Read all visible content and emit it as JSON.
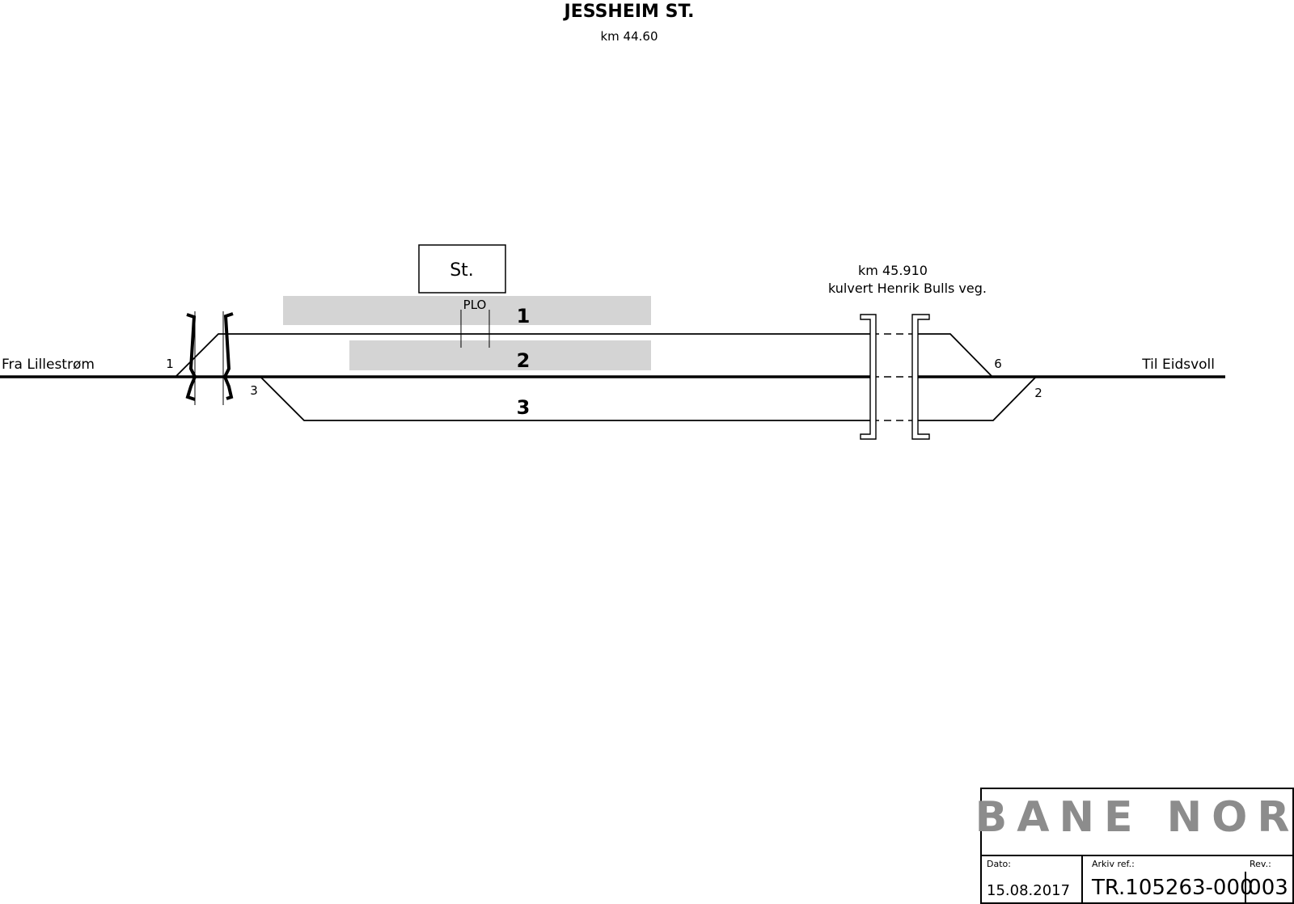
{
  "station": {
    "title": "JESSHEIM ST.",
    "km": "km 44.60"
  },
  "building": {
    "label": "St."
  },
  "platforms": [
    {
      "label": "1"
    },
    {
      "label": "2"
    }
  ],
  "plo_label": "PLO",
  "tracks": [
    {
      "label": "1"
    },
    {
      "label": "2"
    },
    {
      "label": "3"
    }
  ],
  "directions": {
    "left": "Fra Lillestrøm",
    "right": "Til Eidsvoll"
  },
  "switches": {
    "left_main": "1",
    "left_lower": "3",
    "right_upper": "6",
    "right_lower": "2"
  },
  "culvert": {
    "km": "km 45.910",
    "name": "kulvert Henrik Bulls veg."
  },
  "title_block": {
    "logo_text": "BANE NOR",
    "date_label": "Dato:",
    "date_value": "15.08.2017",
    "archive_label": "Arkiv ref.:",
    "archive_value": "TR.105263-000",
    "rev_label": "Rev.:",
    "rev_value": "003"
  },
  "colors": {
    "line": "#000000",
    "platform": "#d4d4d4",
    "logo": "#8c8c8c"
  }
}
